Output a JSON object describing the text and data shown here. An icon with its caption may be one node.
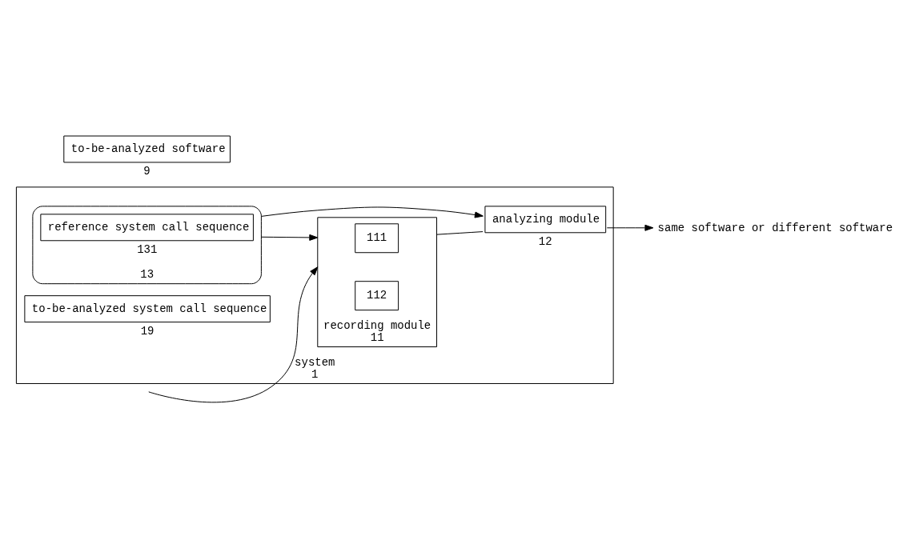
{
  "diagram": {
    "nodes": [
      {
        "text": [
          "system"
        ],
        "beside": [
          "1"
        ]
      },
      {
        "text": [
          "to-be-analyzed software"
        ],
        "beside": [
          "9"
        ]
      },
      {
        "text": [
          "recording module"
        ],
        "in": 0,
        "beside": [
          "11"
        ]
      },
      {
        "text": [
          "111"
        ],
        "in": 2
      },
      {
        "text": [
          "112"
        ],
        "in": 2
      },
      {
        "text": [
          "to-be-analyzed system call sequence"
        ],
        "in": 0,
        "beside": [
          "19"
        ]
      },
      {
        "text": [
          "analyzing module"
        ],
        "in": 0,
        "beside": [
          "12"
        ]
      },
      {
        "text": [],
        "shape": "cylinder",
        "in": 0,
        "beside": [
          "13"
        ]
      },
      {
        "text": [
          "reference system call sequence"
        ],
        "in": 7,
        "beside": [
          "131"
        ]
      },
      {
        "text": [
          "same software or different software"
        ]
      }
    ],
    "edges": [
      {
        "from": null,
        "to": 2,
        "arrow": "to"
      },
      {
        "from": 2,
        "to": 6,
        "arrow": "none"
      },
      {
        "from": 6,
        "to": 9,
        "arrow": "to"
      },
      {
        "from": 7,
        "to": 6,
        "arrow": "to"
      },
      {
        "from": 7,
        "to": 2,
        "arrow": "to"
      }
    ]
  }
}
